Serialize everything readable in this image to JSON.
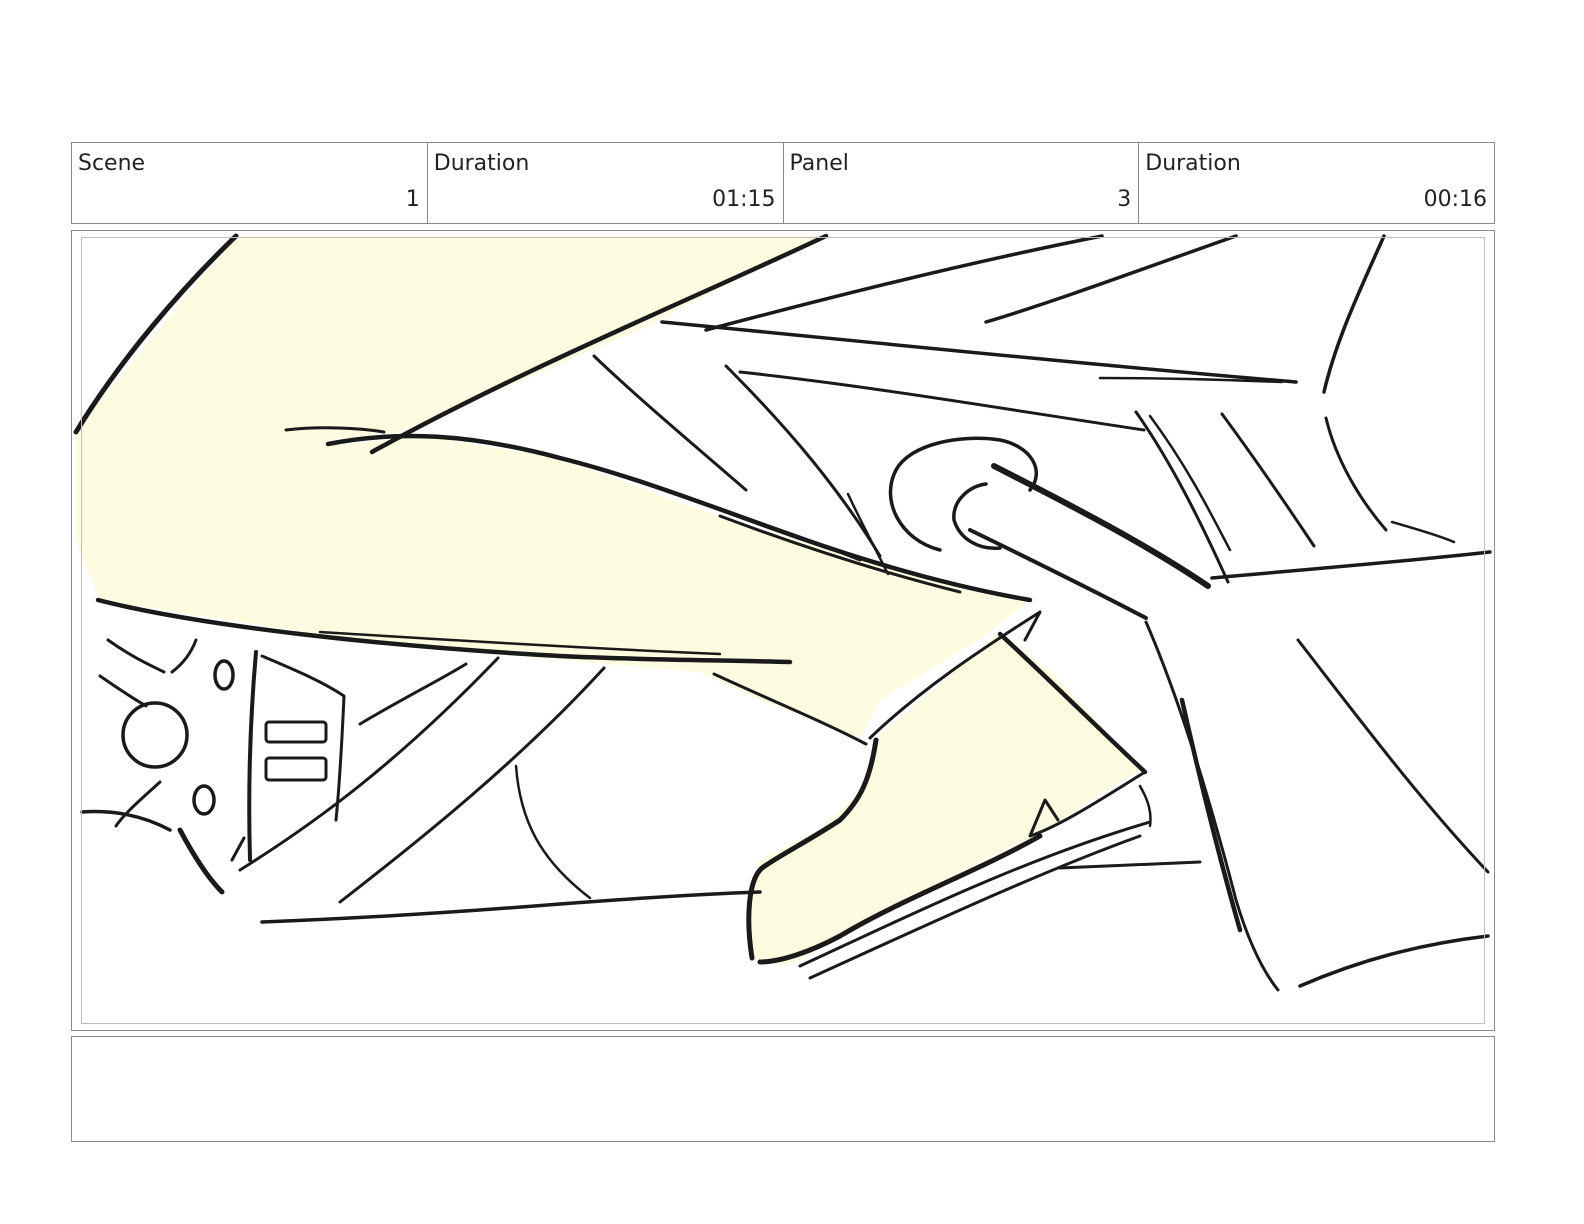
{
  "header": {
    "scene": {
      "label": "Scene",
      "value": "1"
    },
    "scene_duration": {
      "label": "Duration",
      "value": "01:15"
    },
    "panel": {
      "label": "Panel",
      "value": "3"
    },
    "panel_duration": {
      "label": "Duration",
      "value": "00:16"
    }
  },
  "notes": {
    "text": ""
  },
  "colors": {
    "skin_fill": "#fdfbe0",
    "ink": "#1a1a1a",
    "border": "#8a8a8a"
  }
}
